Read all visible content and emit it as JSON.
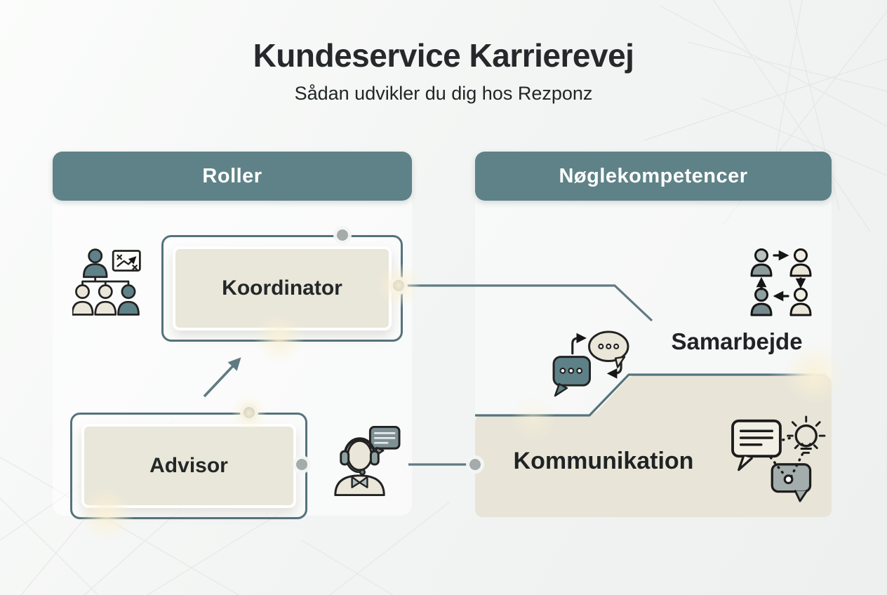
{
  "page": {
    "title": "Kundeservice Karrierevej",
    "subtitle": "Sådan udvikler du dig hos Rezponz"
  },
  "roles": {
    "header": "Roller",
    "items": [
      {
        "label": "Koordinator",
        "icon": "org-chart-icon"
      },
      {
        "label": "Advisor",
        "icon": "headset-agent-icon"
      }
    ]
  },
  "competencies": {
    "header": "Nøglekompetencer",
    "items": [
      {
        "label": "Samarbejde",
        "icons": [
          "people-cycle-icon",
          "chat-exchange-icon"
        ]
      },
      {
        "label": "Kommunikation",
        "icons": [
          "idea-chat-icon"
        ]
      }
    ]
  },
  "colors": {
    "header_teal": "#5e8287",
    "border_slate": "#55737c",
    "connector_slate": "#5f7a82",
    "box_beige": "#e9e6da",
    "band_beige": "#e8e5d8",
    "text_dark": "#25292a",
    "dot_gray": "#a5abaa",
    "icon_teal": "#5f8288",
    "icon_dark_slate": "#76898c",
    "icon_beige": "#eae6d9"
  }
}
